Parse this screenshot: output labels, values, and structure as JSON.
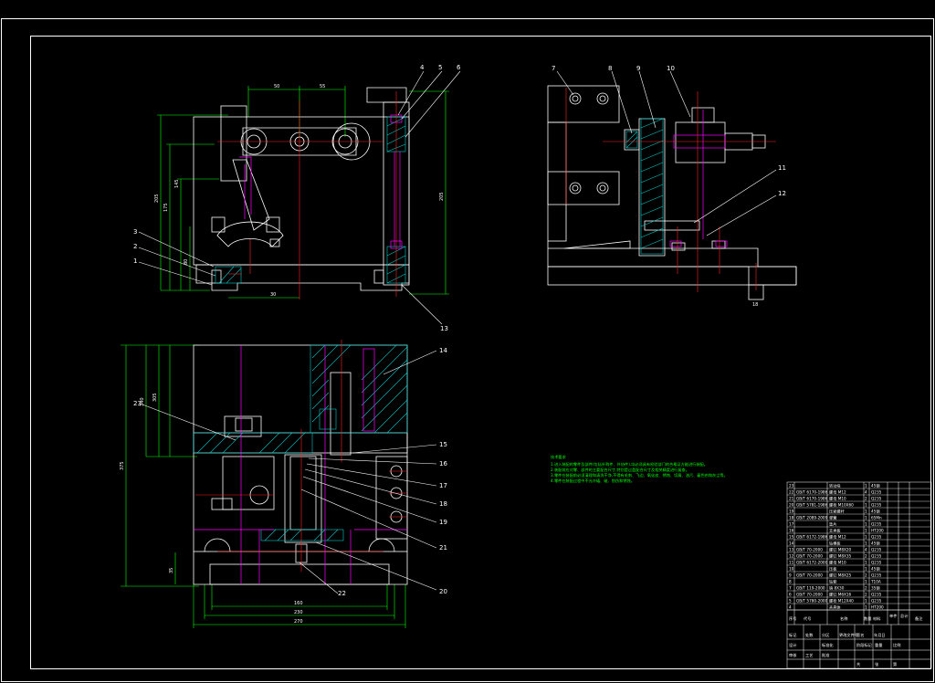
{
  "drawing": {
    "background": "#000000",
    "colors": {
      "outline": "#ffffff",
      "dimension": "#00ff00",
      "centerline": "#ff2020",
      "hidden": "#ff00ff",
      "hatch": "#00c8c8",
      "leader": "#ffffff"
    }
  },
  "view_front": {
    "part_numbers": [
      "1",
      "2",
      "3",
      "4",
      "5",
      "6",
      "13"
    ],
    "dims_top": [
      "50",
      "55"
    ],
    "dims_left": [
      "205",
      "175",
      "145",
      "80"
    ],
    "dim_right": "205",
    "dim_bottom": "30"
  },
  "view_side": {
    "part_numbers": [
      "7",
      "8",
      "9",
      "10",
      "11",
      "12"
    ],
    "dim_bottom": "18"
  },
  "view_top": {
    "part_numbers": [
      "14",
      "15",
      "16",
      "17",
      "18",
      "19",
      "21",
      "20",
      "22",
      "23"
    ],
    "dims_left": [
      "375",
      "340",
      "305",
      "35"
    ],
    "dims_bottom": [
      "160",
      "230",
      "270"
    ]
  },
  "technical_requirements": {
    "title": "技术要求",
    "lines": [
      "1.进入装配的零件及部件(包括外购件、外协件),均必须具有检验部门的合格证方能进行装配。",
      "2.装配前应对零、部件的主要配合尺寸,特别是过盈配合尺寸及相关精度进行复查。",
      "3.零件在装配前必须清理和清洗干净,不得有毛刺、飞边、氧化皮、锈蚀、切屑、油污、着色剂和灰尘等。",
      "4.零件在装配过程中不允许磕、碰、划伤和锈蚀。"
    ]
  },
  "title_block": {
    "parts_rows": [
      [
        "23",
        "",
        "转动块",
        "1",
        "45钢",
        ""
      ],
      [
        "22",
        "GB/T 6170-1986",
        "螺母 M12",
        "4",
        "Q235",
        ""
      ],
      [
        "21",
        "GB/T 6170-1986",
        "螺母 M10",
        "2",
        "Q235",
        ""
      ],
      [
        "20",
        "GB/T 5781-1986",
        "螺栓 M10X60",
        "1",
        "Q235",
        ""
      ],
      [
        "19",
        "",
        "压紧螺杆",
        "1",
        "45钢",
        ""
      ],
      [
        "18",
        "GB/T 2089-2009",
        "弹簧",
        "1",
        "65Mn",
        ""
      ],
      [
        "17",
        "",
        "垫片",
        "1",
        "Q235",
        ""
      ],
      [
        "16",
        "",
        "支承板",
        "1",
        "HT200",
        ""
      ],
      [
        "15",
        "GB/T 6172-1986",
        "螺母 M12",
        "1",
        "Q235",
        ""
      ],
      [
        "14",
        "",
        "钻模板",
        "1",
        "45钢",
        ""
      ],
      [
        "13",
        "GB/T 70-2000",
        "螺钉 M8X20",
        "4",
        "Q235",
        ""
      ],
      [
        "12",
        "GB/T 70-2000",
        "螺钉 M8X35",
        "2",
        "Q235",
        ""
      ],
      [
        "11",
        "GB/T 6172-2000",
        "螺母 M10",
        "1",
        "Q235",
        ""
      ],
      [
        "10",
        "",
        "压板",
        "1",
        "45钢",
        ""
      ],
      [
        "9",
        "GB/T 70-2000",
        "螺钉 M8X25",
        "2",
        "Q235",
        ""
      ],
      [
        "8",
        "",
        "钻套",
        "1",
        "T10A",
        ""
      ],
      [
        "7",
        "GB/T 119-2000",
        "销 8X30",
        "2",
        "35钢",
        ""
      ],
      [
        "6",
        "GB/T 70-2000",
        "螺钉 M6X16",
        "2",
        "Q235",
        ""
      ],
      [
        "5",
        "GB/T 5780-2000",
        "螺栓 M12X40",
        "1",
        "Q235",
        ""
      ],
      [
        "4",
        "",
        "夹具体",
        "1",
        "HT200",
        ""
      ]
    ],
    "header_cells": [
      "序号",
      "代号",
      "名称",
      "数量",
      "材料",
      "单件",
      "总计",
      "备注"
    ],
    "bottom_cells": [
      "标记",
      "处数",
      "分区",
      "更改文件号",
      "签名",
      "年月日",
      "设计",
      "标准化",
      "阶段标记",
      "重量",
      "比例",
      "审核",
      "工艺",
      "批准",
      "共",
      "张",
      "第"
    ]
  }
}
